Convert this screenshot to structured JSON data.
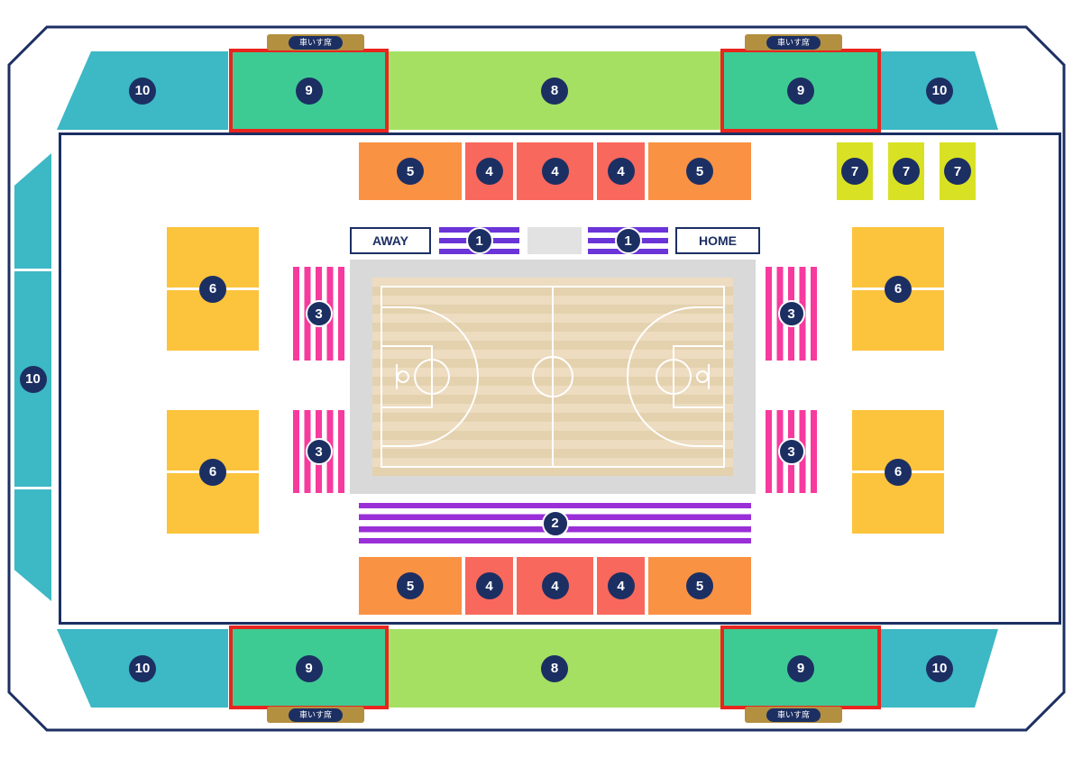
{
  "labels": {
    "away": "AWAY",
    "home": "HOME",
    "wheelchair_seat": "車いす席"
  },
  "sections": {
    "n1": "1",
    "n2": "2",
    "n3": "3",
    "n4": "4",
    "n5": "5",
    "n6": "6",
    "n7": "7",
    "n8": "8",
    "n9": "9",
    "n10": "10"
  },
  "colors": {
    "navy": "#1c2f63",
    "teal": "#3db8c5",
    "green": "#3ecb93",
    "light_green": "#a5e063",
    "yellow_green": "#d9e125",
    "amber": "#fcc33c",
    "orange": "#fa9243",
    "salmon": "#f9685c",
    "pink": "#f73a9e",
    "violet": "#6b34d8",
    "purple": "#9a2fd8",
    "highlight_red": "#e8251f",
    "court_apron": "#d9d9d9",
    "table_gray": "#e2e2e2",
    "wheelchair_tan": "#b3903f"
  }
}
